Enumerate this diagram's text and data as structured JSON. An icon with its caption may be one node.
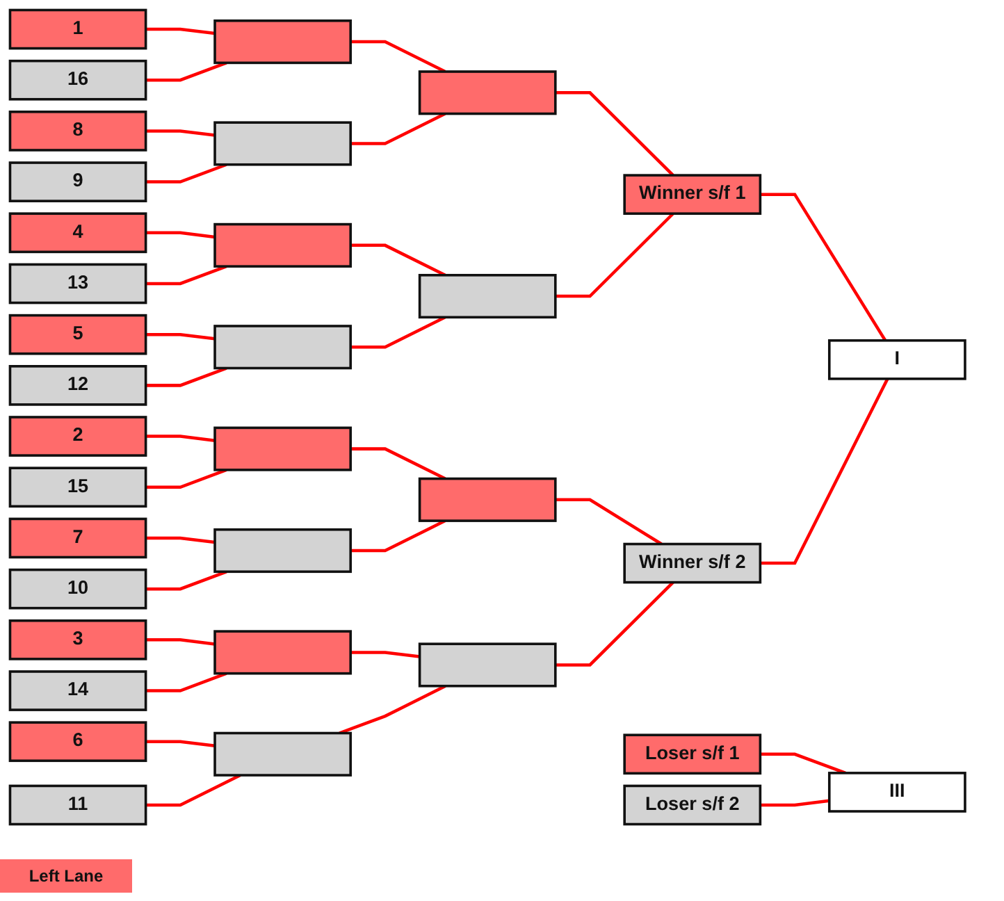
{
  "diagram": {
    "nodes": [
      {
        "text": [
          "1"
        ]
      },
      {
        "text": [
          "16"
        ]
      },
      {
        "text": [
          "8"
        ]
      },
      {
        "text": [
          "9"
        ]
      },
      {
        "text": [
          "4"
        ]
      },
      {
        "text": [
          "13"
        ]
      },
      {
        "text": [
          "5"
        ]
      },
      {
        "text": [
          "12"
        ]
      },
      {
        "text": [
          "2"
        ]
      },
      {
        "text": [
          "15"
        ]
      },
      {
        "text": [
          "7"
        ]
      },
      {
        "text": [
          "10"
        ]
      },
      {
        "text": [
          "3"
        ]
      },
      {
        "text": [
          "14"
        ]
      },
      {
        "text": [
          "6"
        ]
      },
      {
        "text": [
          "11"
        ]
      },
      {
        "text": [],
        "shape": "box"
      },
      {
        "text": [],
        "shape": "box"
      },
      {
        "text": [],
        "shape": "box"
      },
      {
        "text": [],
        "shape": "box"
      },
      {
        "text": [],
        "shape": "box"
      },
      {
        "text": [],
        "shape": "box"
      },
      {
        "text": [],
        "shape": "box"
      },
      {
        "text": [],
        "shape": "box"
      },
      {
        "text": [],
        "shape": "box"
      },
      {
        "text": [],
        "shape": "box"
      },
      {
        "text": [],
        "shape": "box"
      },
      {
        "text": [],
        "shape": "box"
      },
      {
        "text": [
          "Winner s/f 1"
        ]
      },
      {
        "text": [
          "Winner s/f 2"
        ]
      },
      {
        "text": [
          "I"
        ]
      },
      {
        "text": [
          "Loser s/f 1"
        ]
      },
      {
        "text": [
          "Loser s/f 2"
        ]
      },
      {
        "text": [
          "III"
        ]
      }
    ],
    "edges": [
      {
        "from": 0,
        "to": 16,
        "arrow": "none"
      },
      {
        "from": 1,
        "to": 16,
        "arrow": "none"
      },
      {
        "from": 2,
        "to": 17,
        "arrow": "none"
      },
      {
        "from": 3,
        "to": 17,
        "arrow": "none"
      },
      {
        "from": 4,
        "to": 18,
        "arrow": "none"
      },
      {
        "from": 5,
        "to": 18,
        "arrow": "none"
      },
      {
        "from": 6,
        "to": 19,
        "arrow": "none"
      },
      {
        "from": 7,
        "to": 19,
        "arrow": "none"
      },
      {
        "from": 8,
        "to": 20,
        "arrow": "none"
      },
      {
        "from": 9,
        "to": 20,
        "arrow": "none"
      },
      {
        "from": 10,
        "to": 21,
        "arrow": "none"
      },
      {
        "from": 11,
        "to": 21,
        "arrow": "none"
      },
      {
        "from": 12,
        "to": 22,
        "arrow": "none"
      },
      {
        "from": 13,
        "to": 22,
        "arrow": "none"
      },
      {
        "from": 14,
        "to": 23,
        "arrow": "none"
      },
      {
        "from": 15,
        "to": 23,
        "arrow": "none"
      },
      {
        "from": 16,
        "to": 24,
        "arrow": "none"
      },
      {
        "from": 17,
        "to": 24,
        "arrow": "none"
      },
      {
        "from": 18,
        "to": 25,
        "arrow": "none"
      },
      {
        "from": 19,
        "to": 25,
        "arrow": "none"
      },
      {
        "from": 20,
        "to": 26,
        "arrow": "none"
      },
      {
        "from": 21,
        "to": 26,
        "arrow": "none"
      },
      {
        "from": 22,
        "to": 27,
        "arrow": "none"
      },
      {
        "from": 23,
        "to": 27,
        "arrow": "none"
      },
      {
        "from": 24,
        "to": 28,
        "arrow": "none"
      },
      {
        "from": 25,
        "to": 28,
        "arrow": "none"
      },
      {
        "from": 26,
        "to": 29,
        "arrow": "none"
      },
      {
        "from": 27,
        "to": 29,
        "arrow": "none"
      },
      {
        "from": 28,
        "to": 30,
        "arrow": "none"
      },
      {
        "from": 29,
        "to": 30,
        "arrow": "none"
      },
      {
        "from": 31,
        "to": 33,
        "arrow": "none"
      },
      {
        "from": 32,
        "to": 33,
        "arrow": "none"
      }
    ],
    "legend": [
      {
        "text": "Left Lane",
        "color": "#ff6b6b"
      }
    ]
  }
}
